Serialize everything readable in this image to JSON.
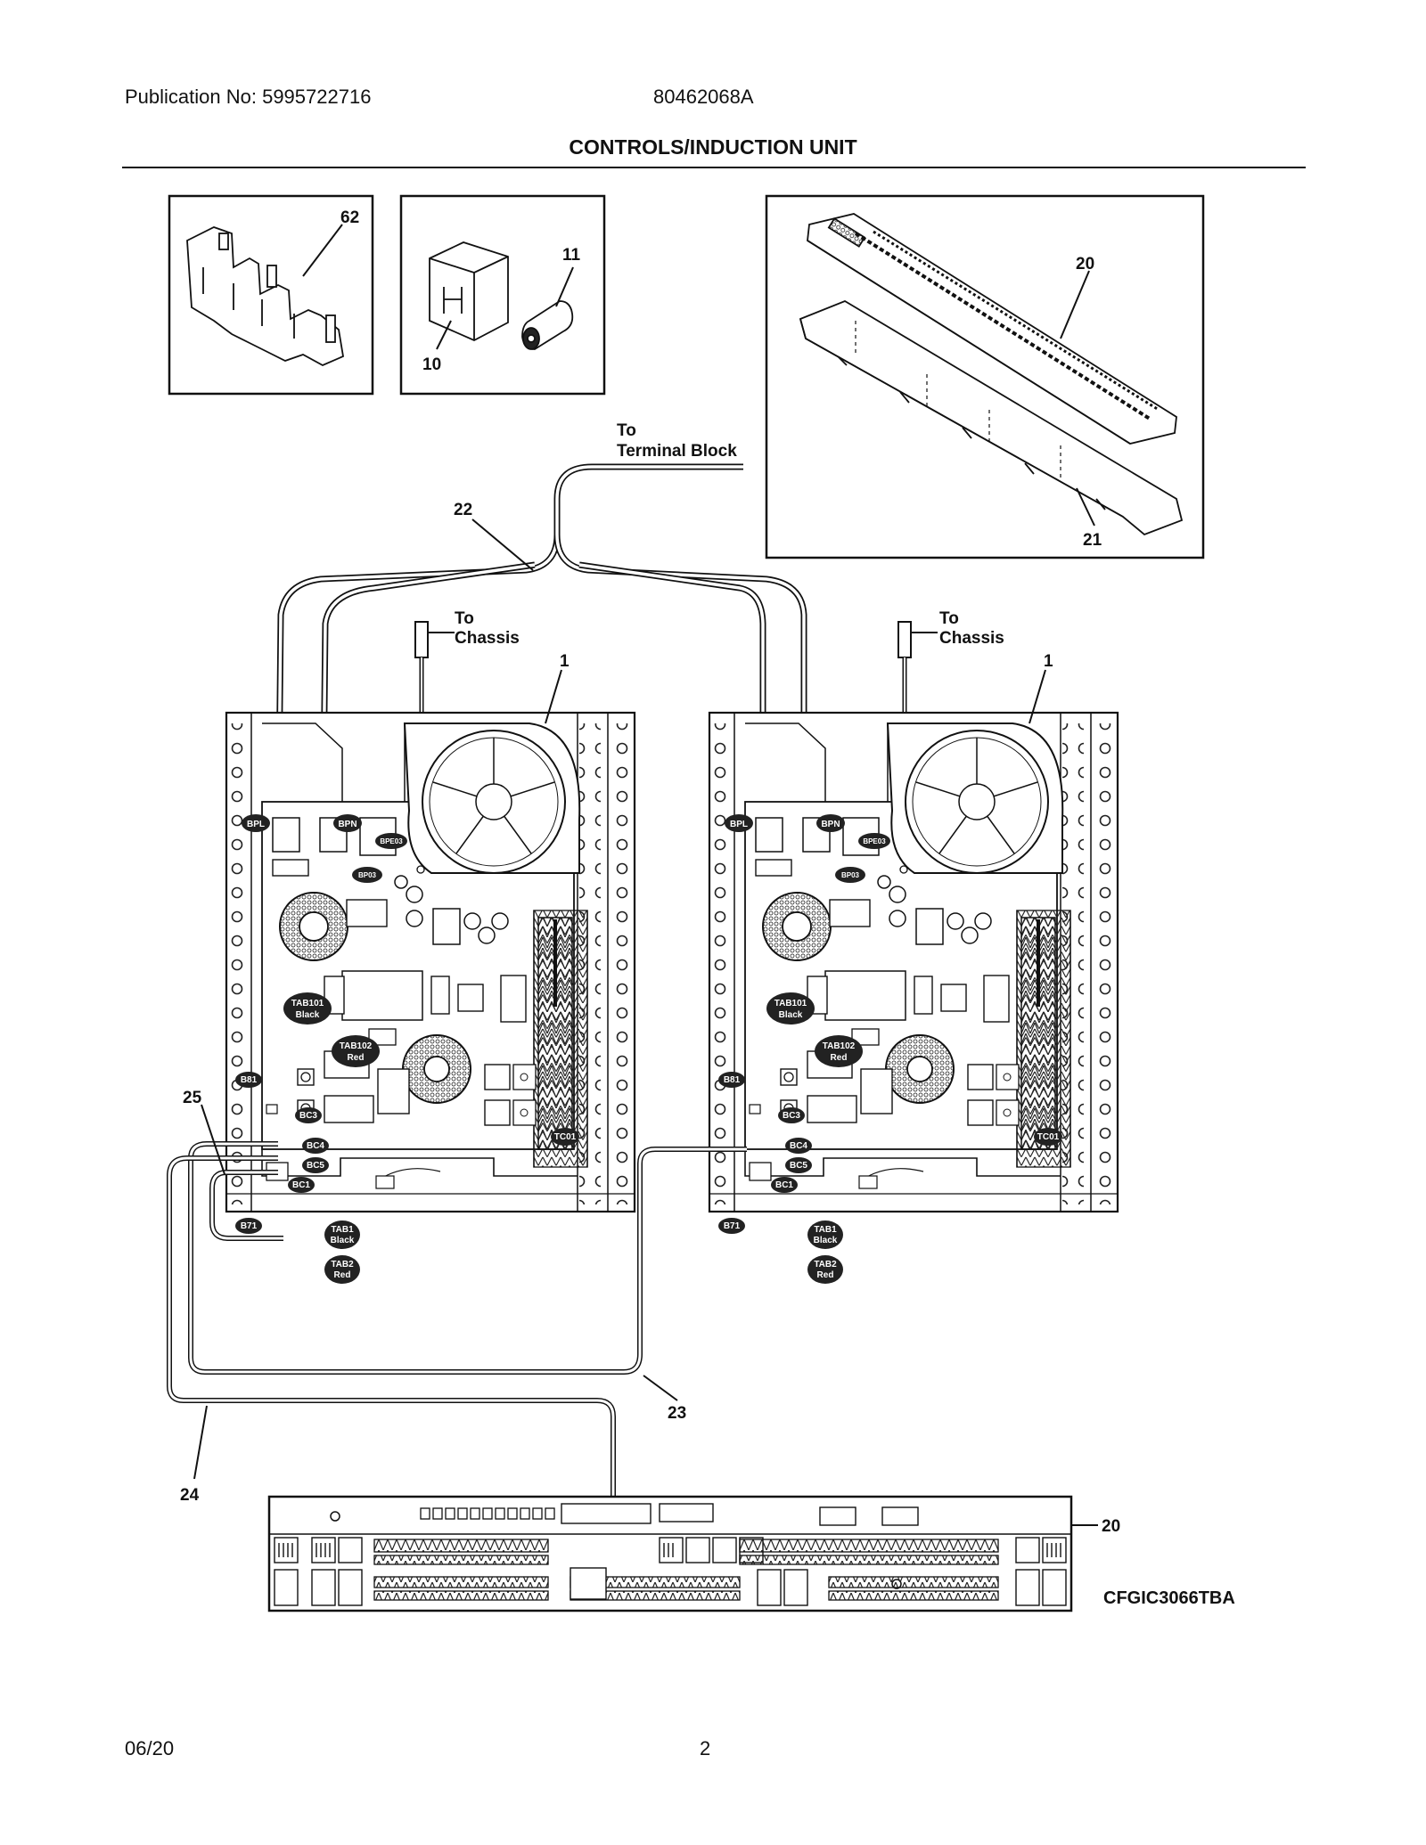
{
  "header": {
    "publication": "Publication No: 5995722716",
    "doc_number": "80462068A",
    "title": "CONTROLS/INDUCTION UNIT"
  },
  "footer": {
    "date": "06/20",
    "page": "2"
  },
  "callouts": {
    "c62": "62",
    "c11": "11",
    "c10": "10",
    "c20_top": "20",
    "c21": "21",
    "c22": "22",
    "c1_left": "1",
    "c1_right": "1",
    "c25": "25",
    "c23": "23",
    "c24": "24",
    "c20_bottom": "20"
  },
  "notes": {
    "terminal_to": "To",
    "terminal_block": "Terminal Block",
    "chassis_left_to": "To",
    "chassis_left": "Chassis",
    "chassis_right_to": "To",
    "chassis_right": "Chassis"
  },
  "connectors": {
    "bpl": "BPL",
    "bpn": "BPN",
    "bpe03": "BPE03",
    "bp03": "BP03",
    "tab101": "TAB101",
    "tab101_color": "Black",
    "tab102": "TAB102",
    "tab102_color": "Red",
    "b81": "B81",
    "bc3": "BC3",
    "bc4": "BC4",
    "bc5": "BC5",
    "bc1": "BC1",
    "b71": "B71",
    "tab1": "TAB1",
    "tab1_color": "Black",
    "tab2": "TAB2",
    "tab2_color": "Red",
    "tc01": "TC01"
  },
  "model": "CFGIC3066TBA"
}
